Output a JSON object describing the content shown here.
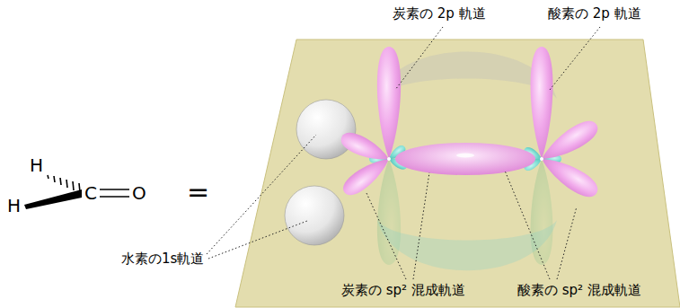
{
  "diagram": {
    "labels": [
      "炭素の 2p 軌道",
      "酸素の 2p 軌道",
      "水素の1s軌道",
      "炭素の sp² 混成軌道",
      "酸素の sp² 混成軌道",
      "H",
      "H",
      "C",
      "O",
      "="
    ]
  }
}
